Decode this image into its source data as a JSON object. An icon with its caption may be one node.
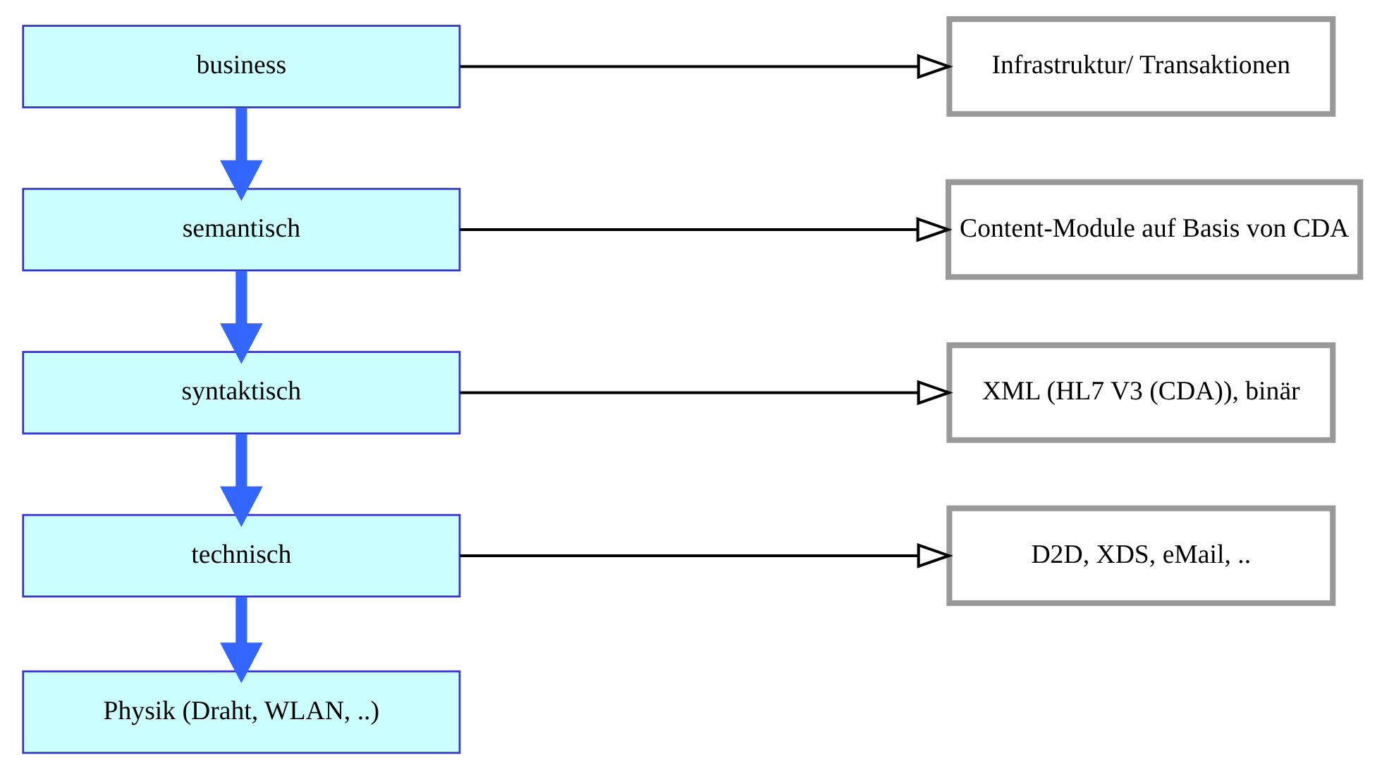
{
  "diagram": {
    "nodes": [
      {
        "text": [
          "business"
        ]
      },
      {
        "text": [
          "semantisch"
        ]
      },
      {
        "text": [
          "syntaktisch"
        ]
      },
      {
        "text": [
          "technisch"
        ]
      },
      {
        "text": [
          "Physik (Draht, WLAN, ..)"
        ]
      },
      {
        "text": [
          "Infrastruktur/ Transaktionen"
        ]
      },
      {
        "text": [
          "Content-Module auf Basis von CDA"
        ]
      },
      {
        "text": [
          "XML (HL7 V3 (CDA)), binär"
        ]
      },
      {
        "text": [
          "D2D, XDS, eMail, .."
        ]
      }
    ],
    "edges": [
      {
        "from": 0,
        "to": 1,
        "arrow": "to",
        "style": "thick",
        "color": "#3366ff"
      },
      {
        "from": 1,
        "to": 2,
        "arrow": "to",
        "style": "thick",
        "color": "#3366ff"
      },
      {
        "from": 2,
        "to": 3,
        "arrow": "to",
        "style": "thick",
        "color": "#3366ff"
      },
      {
        "from": 3,
        "to": 4,
        "arrow": "to",
        "style": "thick",
        "color": "#3366ff"
      },
      {
        "from": 0,
        "to": 5,
        "arrow": "to",
        "color": "#000000"
      },
      {
        "from": 1,
        "to": 6,
        "arrow": "to",
        "color": "#000000"
      },
      {
        "from": 2,
        "to": 7,
        "arrow": "to",
        "color": "#000000"
      },
      {
        "from": 3,
        "to": 8,
        "arrow": "to",
        "color": "#000000"
      }
    ]
  }
}
